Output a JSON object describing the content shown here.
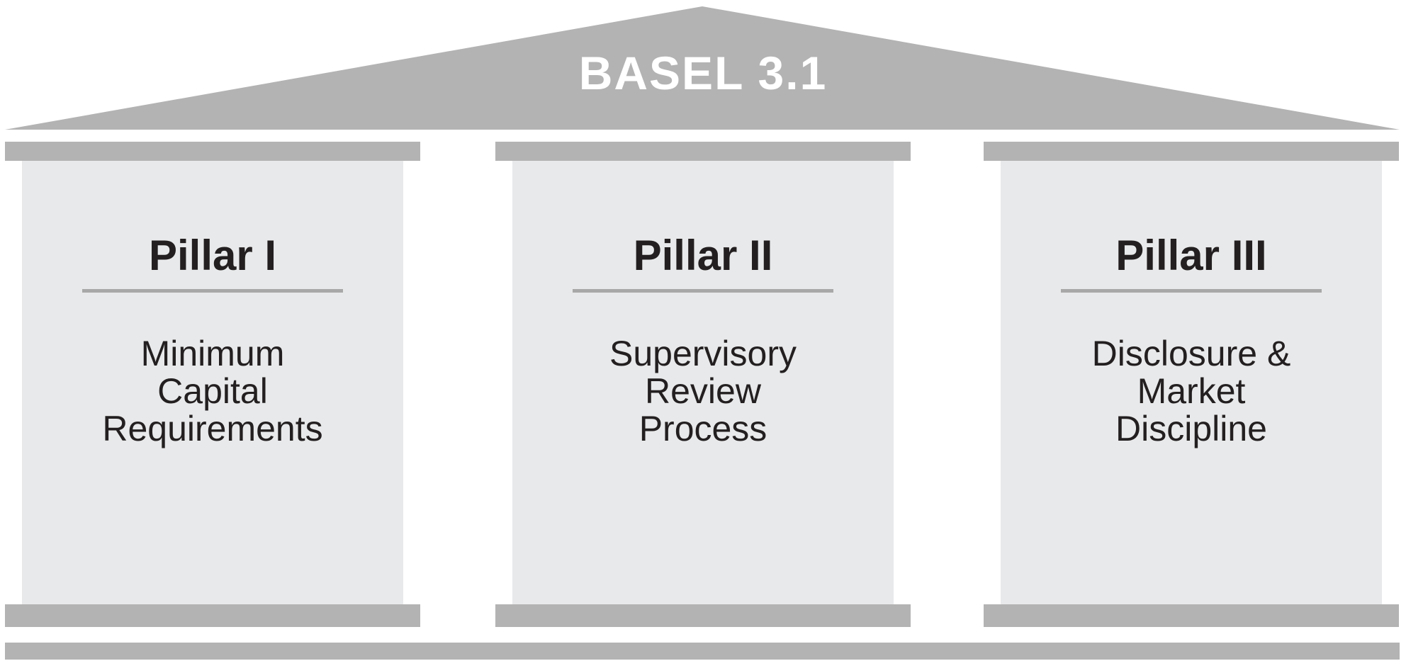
{
  "figure": {
    "title": "BASEL 3.1",
    "type": "three-pillar temple diagram"
  },
  "colors": {
    "background": "#ffffff",
    "bar_gray": "#b3b3b3",
    "pillar_body_gray": "#e8e9ea",
    "underline_gray": "#a8a8a8",
    "text_dark": "#231f20",
    "title_white": "#ffffff"
  },
  "pillars": [
    {
      "title": "Pillar I",
      "description": "Minimum\nCapital\nRequirements"
    },
    {
      "title": "Pillar II",
      "description": "Supervisory\nReview\nProcess"
    },
    {
      "title": "Pillar III",
      "description": "Disclosure &\nMarket\nDiscipline"
    }
  ]
}
